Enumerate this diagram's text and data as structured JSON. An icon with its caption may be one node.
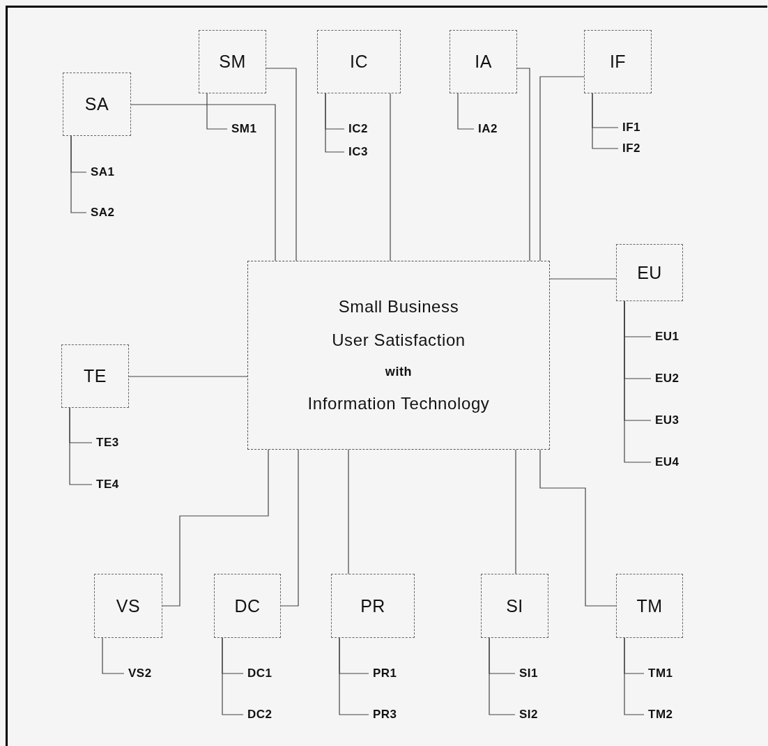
{
  "diagram": {
    "nodes": [
      {
        "text": [
          "SA"
        ]
      },
      {
        "text": [
          "SM"
        ]
      },
      {
        "text": [
          "IC"
        ]
      },
      {
        "text": [
          "IA"
        ]
      },
      {
        "text": [
          "IF"
        ]
      },
      {
        "text": [
          "SM1"
        ]
      },
      {
        "text": [
          "IC2"
        ]
      },
      {
        "text": [
          "IA2"
        ]
      },
      {
        "text": [
          "IF1"
        ]
      },
      {
        "text": [
          "IF2"
        ]
      },
      {
        "text": [
          "IC3"
        ]
      },
      {
        "text": [
          "SA1"
        ]
      },
      {
        "text": [
          "SA2"
        ]
      },
      {
        "text": [
          "EU"
        ]
      },
      {
        "text": [
          "Small Business",
          "User Satisfaction",
          "with",
          "Information Technology"
        ]
      },
      {
        "text": [
          "TE"
        ]
      },
      {
        "text": [
          "EU1"
        ]
      },
      {
        "text": [
          "EU2"
        ]
      },
      {
        "text": [
          "EU3"
        ]
      },
      {
        "text": [
          "TE3"
        ]
      },
      {
        "text": [
          "EU4"
        ]
      },
      {
        "text": [
          "TE4"
        ]
      },
      {
        "text": [
          "VS"
        ]
      },
      {
        "text": [
          "DC"
        ]
      },
      {
        "text": [
          "PR"
        ]
      },
      {
        "text": [
          "SI"
        ]
      },
      {
        "text": [
          "TM"
        ]
      },
      {
        "text": [
          "VS2"
        ]
      },
      {
        "text": [
          "DC1"
        ]
      },
      {
        "text": [
          "PR1"
        ]
      },
      {
        "text": [
          "SI1"
        ]
      },
      {
        "text": [
          "TM1"
        ]
      },
      {
        "text": [
          "DC2"
        ]
      },
      {
        "text": [
          "PR3"
        ]
      },
      {
        "text": [
          "SI2"
        ]
      },
      {
        "text": [
          "TM2"
        ]
      }
    ],
    "edges": [
      {
        "from": 0,
        "to": 14,
        "arrow": "none"
      },
      {
        "from": 1,
        "to": 14,
        "arrow": "none"
      },
      {
        "from": 2,
        "to": 14,
        "arrow": "none"
      },
      {
        "from": 3,
        "to": 14,
        "arrow": "none"
      },
      {
        "from": 4,
        "to": 14,
        "arrow": "none"
      },
      {
        "from": 13,
        "to": 14,
        "arrow": "none"
      },
      {
        "from": 15,
        "to": 14,
        "arrow": "none"
      },
      {
        "from": 22,
        "to": 14,
        "arrow": "none"
      },
      {
        "from": 23,
        "to": 14,
        "arrow": "none"
      },
      {
        "from": 24,
        "to": 14,
        "arrow": "none"
      },
      {
        "from": 25,
        "to": 14,
        "arrow": "none"
      },
      {
        "from": 26,
        "to": 14,
        "arrow": "none"
      },
      {
        "from": 0,
        "to": 11,
        "arrow": "none"
      },
      {
        "from": 0,
        "to": 12,
        "arrow": "none"
      },
      {
        "from": 1,
        "to": 5,
        "arrow": "none"
      },
      {
        "from": 2,
        "to": 6,
        "arrow": "none"
      },
      {
        "from": 2,
        "to": 10,
        "arrow": "none"
      },
      {
        "from": 3,
        "to": 7,
        "arrow": "none"
      },
      {
        "from": 4,
        "to": 8,
        "arrow": "none"
      },
      {
        "from": 4,
        "to": 9,
        "arrow": "none"
      },
      {
        "from": 13,
        "to": 16,
        "arrow": "none"
      },
      {
        "from": 13,
        "to": 17,
        "arrow": "none"
      },
      {
        "from": 13,
        "to": 18,
        "arrow": "none"
      },
      {
        "from": 13,
        "to": 20,
        "arrow": "none"
      },
      {
        "from": 15,
        "to": 19,
        "arrow": "none"
      },
      {
        "from": 15,
        "to": 21,
        "arrow": "none"
      },
      {
        "from": 22,
        "to": 27,
        "arrow": "none"
      },
      {
        "from": 23,
        "to": 28,
        "arrow": "none"
      },
      {
        "from": 23,
        "to": 32,
        "arrow": "none"
      },
      {
        "from": 24,
        "to": 29,
        "arrow": "none"
      },
      {
        "from": 24,
        "to": 33,
        "arrow": "none"
      },
      {
        "from": 25,
        "to": 30,
        "arrow": "none"
      },
      {
        "from": 25,
        "to": 34,
        "arrow": "none"
      },
      {
        "from": 26,
        "to": 31,
        "arrow": "none"
      },
      {
        "from": 26,
        "to": 35,
        "arrow": "none"
      }
    ]
  }
}
